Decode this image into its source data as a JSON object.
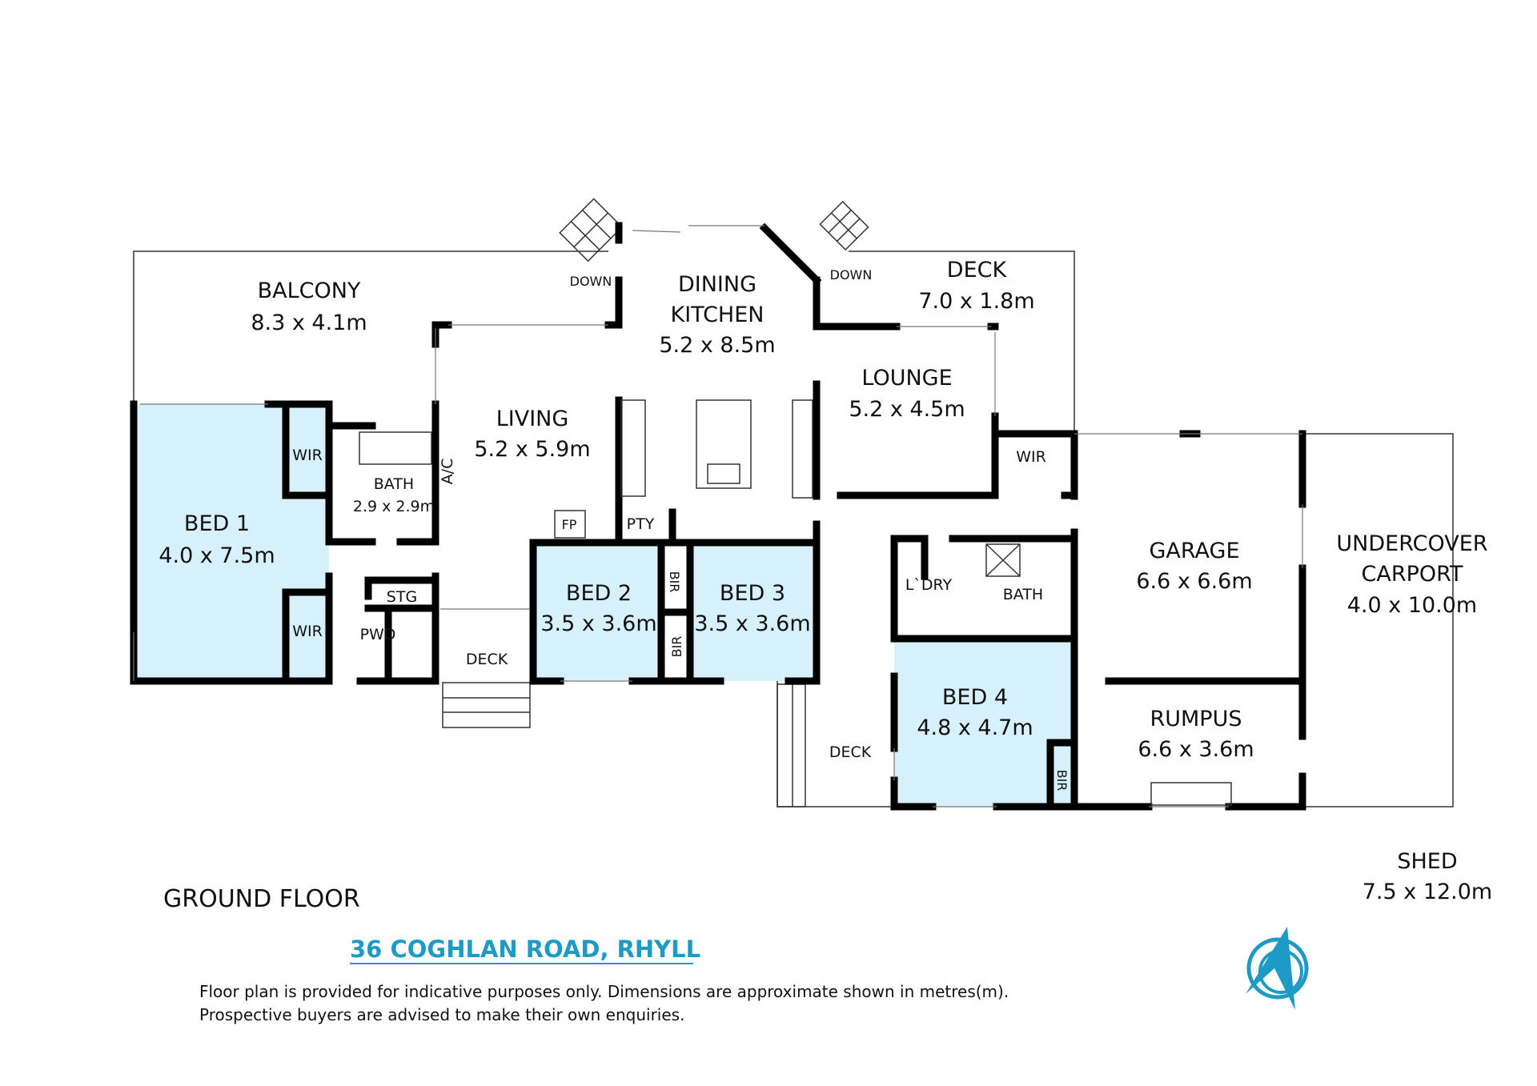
{
  "plan": {
    "floor_title": "GROUND FLOOR",
    "address": "36 COGHLAN ROAD, RHYLL",
    "disclaimer_line1": "Floor plan is provided for indicative purposes only.  Dimensions are approximate shown in metres(m).",
    "disclaimer_line2": "Prospective buyers are advised to make their own enquiries.",
    "accent_color": "#1d9ac6",
    "bedroom_fill": "#d6f1fc"
  },
  "rooms": {
    "balcony": {
      "name": "BALCONY",
      "size": "8.3 x 4.1m"
    },
    "dining": {
      "name1": "DINING",
      "name2": "KITCHEN",
      "size": "5.2 x 8.5m"
    },
    "deck_top": {
      "name": "DECK",
      "size": "7.0 x 1.8m"
    },
    "lounge": {
      "name": "LOUNGE",
      "size": "5.2 x 4.5m"
    },
    "living": {
      "name": "LIVING",
      "size": "5.2 x 5.9m"
    },
    "bed1": {
      "name": "BED 1",
      "size": "4.0 x 7.5m"
    },
    "bath1": {
      "name": "BATH",
      "size": "2.9 x 2.9m"
    },
    "bed2": {
      "name": "BED 2",
      "size": "3.5 x 3.6m"
    },
    "bed3": {
      "name": "BED 3",
      "size": "3.5 x 3.6m"
    },
    "bed4": {
      "name": "BED 4",
      "size": "4.8 x 4.7m"
    },
    "garage": {
      "name": "GARAGE",
      "size": "6.6 x 6.6m"
    },
    "carport": {
      "name1": "UNDERCOVER",
      "name2": "CARPORT",
      "size": "4.0 x 10.0m"
    },
    "rumpus": {
      "name": "RUMPUS",
      "size": "6.6 x 3.6m"
    },
    "shed": {
      "name": "SHED",
      "size": "7.5 x 12.0m"
    }
  },
  "small_labels": {
    "wir_upper": "WIR",
    "wir_lower": "WIR",
    "wir_lounge": "WIR",
    "ac": "A/C",
    "fp": "FP",
    "pty": "PTY",
    "bir_bed2_upper": "BIR",
    "bir_bed2_lower": "BIR",
    "bir_bed4": "BIR",
    "stg": "STG",
    "pwd": "PWD",
    "deck_small": "DECK",
    "deck_lower": "DECK",
    "laundry": "L`DRY",
    "bath2": "BATH",
    "down_left": "DOWN",
    "down_right": "DOWN"
  }
}
